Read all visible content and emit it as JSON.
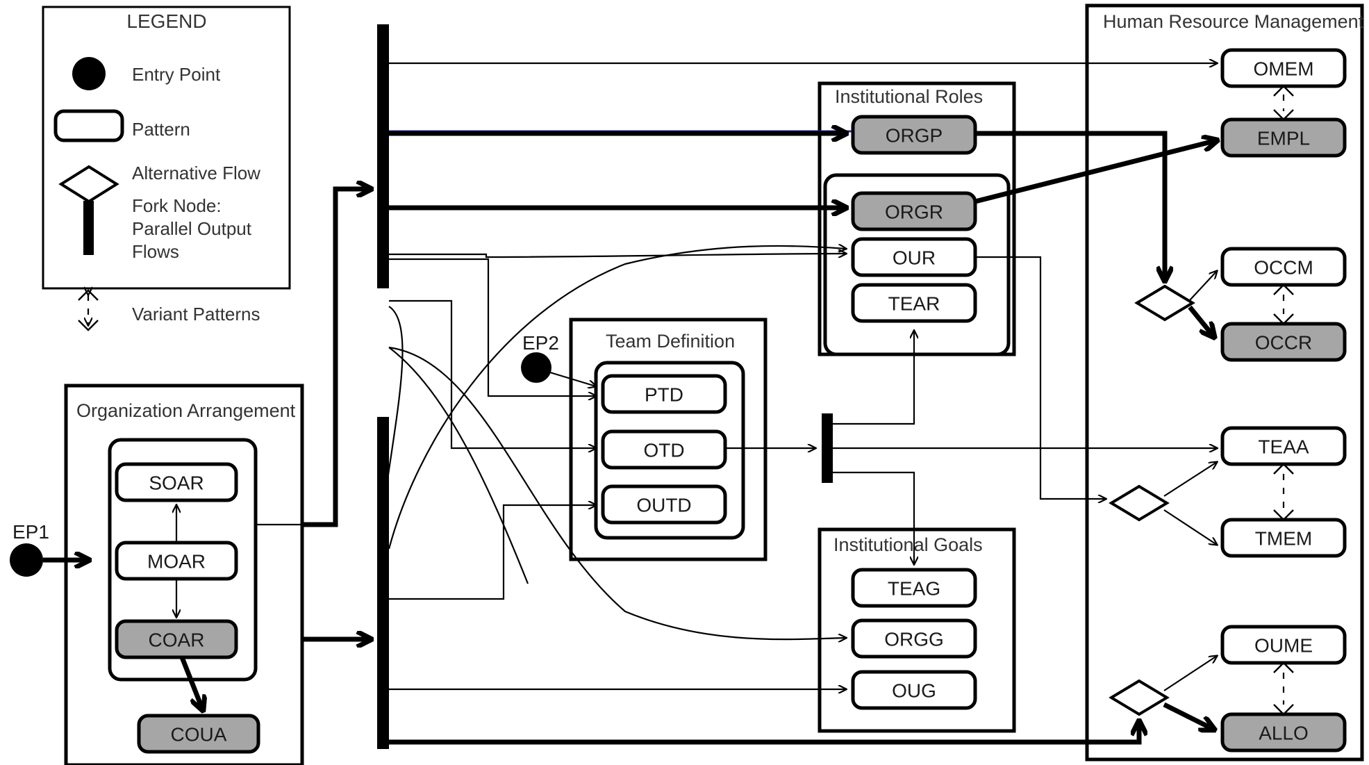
{
  "legend": {
    "title": "LEGEND",
    "items": [
      {
        "symbol": "filled-circle",
        "label": "Entry Point"
      },
      {
        "symbol": "rounded-rectangle",
        "label": "Pattern"
      },
      {
        "symbol": "diamond",
        "label": "Alternative Flow"
      },
      {
        "symbol": "thick-vertical-bar",
        "label": "Fork Node:\nParallel Output\nFlows",
        "line1": "Fork Node:",
        "line2": "Parallel Output",
        "line3": "Flows"
      },
      {
        "symbol": "double-headed-dashed-arrow",
        "label": "Variant Patterns"
      }
    ]
  },
  "groups": {
    "organization_arrangement": {
      "title": "Organization Arrangement",
      "nodes": [
        {
          "id": "SOAR",
          "label": "SOAR",
          "shaded": false
        },
        {
          "id": "MOAR",
          "label": "MOAR",
          "shaded": false
        },
        {
          "id": "COAR",
          "label": "COAR",
          "shaded": true
        },
        {
          "id": "COUA",
          "label": "COUA",
          "shaded": true
        }
      ]
    },
    "team_definition": {
      "title": "Team Definition",
      "nodes": [
        {
          "id": "PTD",
          "label": "PTD",
          "shaded": false
        },
        {
          "id": "OTD",
          "label": "OTD",
          "shaded": false
        },
        {
          "id": "OUTD",
          "label": "OUTD",
          "shaded": false
        }
      ]
    },
    "institutional_roles": {
      "title": "Institutional Roles",
      "nodes": [
        {
          "id": "ORGP",
          "label": "ORGP",
          "shaded": true
        },
        {
          "id": "ORGR",
          "label": "ORGR",
          "shaded": true
        },
        {
          "id": "OUR",
          "label": "OUR",
          "shaded": false
        },
        {
          "id": "TEAR",
          "label": "TEAR",
          "shaded": false
        }
      ]
    },
    "institutional_goals": {
      "title": "Institutional Goals",
      "nodes": [
        {
          "id": "TEAG",
          "label": "TEAG",
          "shaded": false
        },
        {
          "id": "ORGG",
          "label": "ORGG",
          "shaded": false
        },
        {
          "id": "OUG",
          "label": "OUG",
          "shaded": false
        }
      ]
    },
    "human_resource_management": {
      "title": "Human Resource Management",
      "nodes": [
        {
          "id": "OMEM",
          "label": "OMEM",
          "shaded": false
        },
        {
          "id": "EMPL",
          "label": "EMPL",
          "shaded": true
        },
        {
          "id": "OCCM",
          "label": "OCCM",
          "shaded": false
        },
        {
          "id": "OCCR",
          "label": "OCCR",
          "shaded": true
        },
        {
          "id": "TEAA",
          "label": "TEAA",
          "shaded": false
        },
        {
          "id": "TMEM",
          "label": "TMEM",
          "shaded": false
        },
        {
          "id": "OUME",
          "label": "OUME",
          "shaded": false
        },
        {
          "id": "ALLO",
          "label": "ALLO",
          "shaded": true
        }
      ]
    }
  },
  "entry_points": [
    {
      "id": "EP1",
      "label": "EP1"
    },
    {
      "id": "EP2",
      "label": "EP2"
    }
  ],
  "colors": {
    "shaded_fill": "#a6a6a6",
    "stroke": "#000000",
    "blue_flow": "#2a2a8c",
    "background": "#ffffff",
    "label_text": "#333333"
  }
}
